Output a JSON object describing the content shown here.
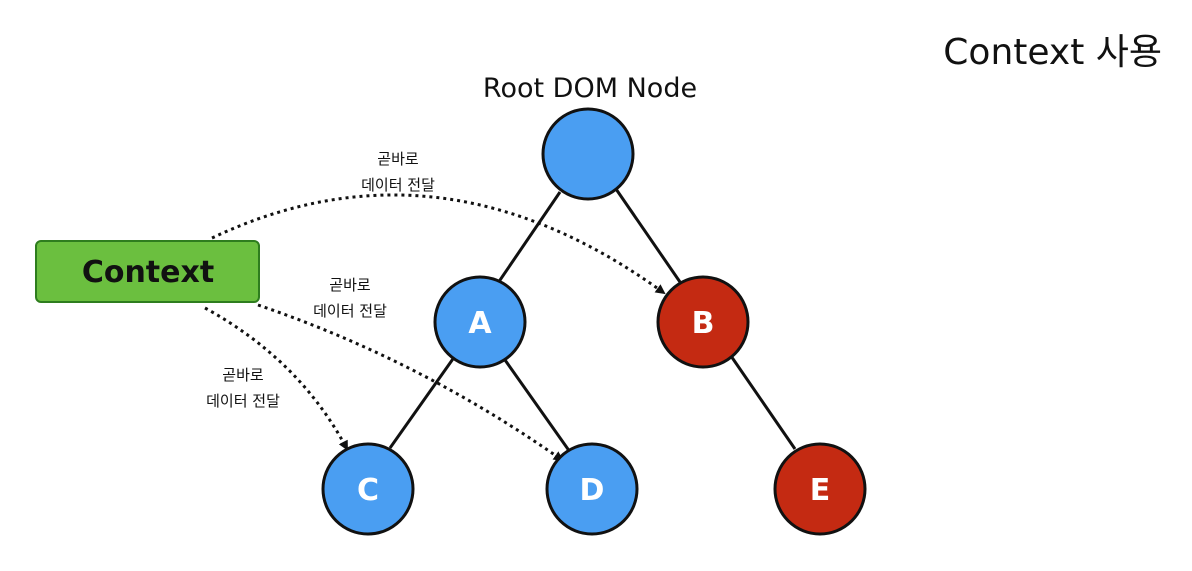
{
  "title": "Context 사용",
  "root_label": "Root DOM Node",
  "context": {
    "label": "Context",
    "fill": "#6bbf3f",
    "stroke": "#2e7d1e"
  },
  "colors": {
    "consumer_node": "#4a9ef2",
    "non_consumer_node": "#c42a12",
    "node_stroke": "#111111",
    "tree_edge": "#111111",
    "dotted_edge": "#111111"
  },
  "nodes": [
    {
      "id": "root",
      "label": "",
      "kind": "consumer"
    },
    {
      "id": "A",
      "label": "A",
      "kind": "consumer"
    },
    {
      "id": "B",
      "label": "B",
      "kind": "non_consumer"
    },
    {
      "id": "C",
      "label": "C",
      "kind": "consumer"
    },
    {
      "id": "D",
      "label": "D",
      "kind": "consumer"
    },
    {
      "id": "E",
      "label": "E",
      "kind": "non_consumer"
    }
  ],
  "tree_edges": [
    {
      "from": "root",
      "to": "A"
    },
    {
      "from": "root",
      "to": "B"
    },
    {
      "from": "A",
      "to": "C"
    },
    {
      "from": "A",
      "to": "D"
    },
    {
      "from": "B",
      "to": "E"
    }
  ],
  "context_edges": [
    {
      "to": "B",
      "label_line1": "곧바로",
      "label_line2": "데이터 전달"
    },
    {
      "to": "D",
      "label_line1": "곧바로",
      "label_line2": "데이터 전달"
    },
    {
      "to": "C",
      "label_line1": "곧바로",
      "label_line2": "데이터 전달"
    }
  ]
}
